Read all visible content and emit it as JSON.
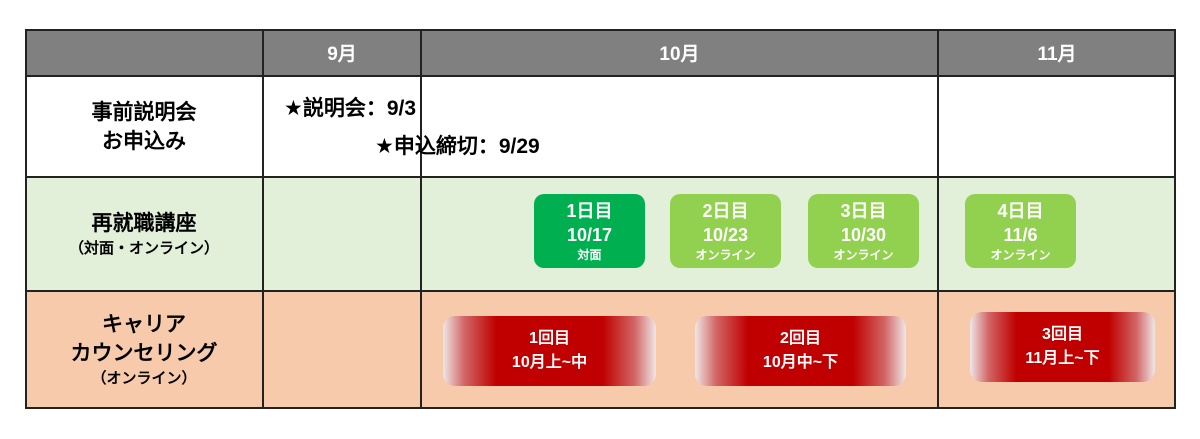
{
  "header": {
    "months": [
      "9月",
      "10月",
      "11月"
    ]
  },
  "rows": {
    "briefing": {
      "label1": "事前説明会",
      "label2": "お申込み",
      "event1": "★説明会：9/3",
      "event2": "★申込締切：9/29"
    },
    "course": {
      "label1": "再就職講座",
      "label2": "（対面・オンライン）",
      "sessions": [
        {
          "day": "1日目",
          "date": "10/17",
          "mode": "対面",
          "color": "#00b050"
        },
        {
          "day": "2日目",
          "date": "10/23",
          "mode": "オンライン",
          "color": "#92d050"
        },
        {
          "day": "3日目",
          "date": "10/30",
          "mode": "オンライン",
          "color": "#92d050"
        },
        {
          "day": "4日目",
          "date": "11/6",
          "mode": "オンライン",
          "color": "#92d050"
        }
      ]
    },
    "counseling": {
      "label1": "キャリア",
      "label2": "カウンセリング",
      "label3": "（オンライン）",
      "sessions": [
        {
          "count": "1回目",
          "period": "10月上~中"
        },
        {
          "count": "2回目",
          "period": "10月中~下"
        },
        {
          "count": "3回目",
          "period": "11月上~下"
        }
      ]
    }
  },
  "colors": {
    "header": "#808080",
    "course_bg": "#e2efd9",
    "counsel_bg": "#f7caac",
    "counsel_box": "#c00000"
  }
}
